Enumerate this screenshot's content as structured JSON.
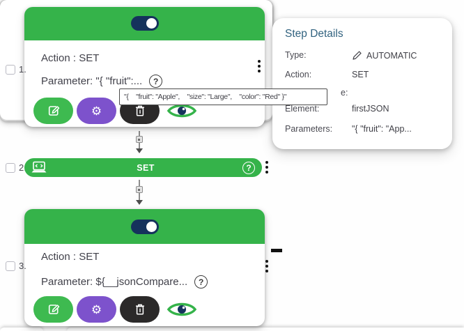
{
  "colors": {
    "green": "#35b34a",
    "button_green": "#3eba50",
    "purple": "#7d52cc",
    "dark_button": "#2b2929",
    "toggle_navy": "#15325c",
    "panel_title_blue": "#31627f"
  },
  "icons": {
    "gear_glyph": "⚙",
    "question_glyph": "?",
    "edit": "pencil-square-icon",
    "settings": "gear-icon",
    "delete": "trash-icon",
    "view": "eye-icon",
    "menu": "kebab-icon",
    "device": "laptop-icon",
    "type": "pencil-icon"
  },
  "steps": [
    {
      "number": "1.",
      "action": "Action : SET",
      "parameter": "Parameter: \"{ \"fruit\":...",
      "toggle_state": "on"
    },
    {
      "number": "2.",
      "label": "SET"
    },
    {
      "number": "3.",
      "action": "Action : SET",
      "parameter": "Parameter: ${__jsonCompare...",
      "toggle_state": "on"
    }
  ],
  "tooltip": {
    "text": "\"{    \"fruit\": \"Apple\",    \"size\": \"Large\",    \"color\": \"Red\" }\""
  },
  "step_details": {
    "title": "Step Details",
    "type_label": "Type:",
    "type_value": "AUTOMATIC",
    "action_label": "Action:",
    "action_value": "SET",
    "covered_label_fragment": "e:",
    "element_label": "Element:",
    "element_value": "firstJSON",
    "parameters_label": "Parameters:",
    "parameters_value": "\"{ \"fruit\": \"App..."
  }
}
